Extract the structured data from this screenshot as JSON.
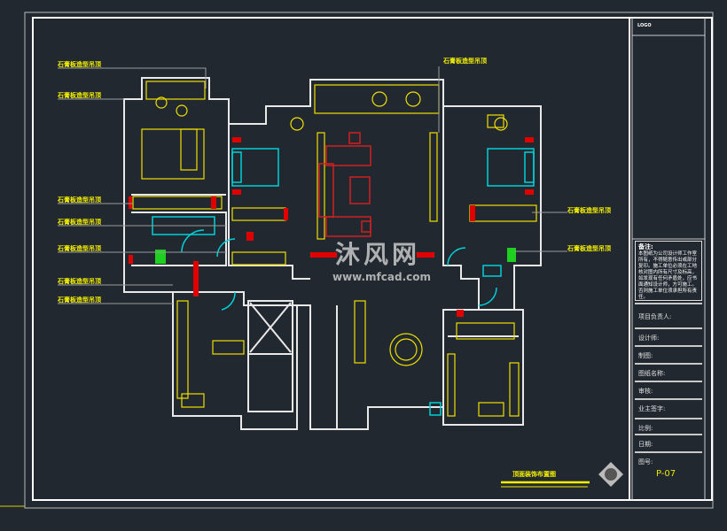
{
  "drawing": {
    "title": "顶面装饰布置图",
    "logo_text": "LOGO",
    "watermark": {
      "brand": "沐风网",
      "url": "www.mfcad.com"
    },
    "callouts_left": [
      "石膏板造型吊顶",
      "石膏板造型吊顶",
      "石膏板造型吊顶",
      "石膏板造型吊顶",
      "石膏板造型吊顶",
      "石膏板造型吊顶",
      "石膏板造型吊顶"
    ],
    "callout_top": "石膏板造型吊顶",
    "callouts_right": [
      "石膏板造型吊顶",
      "石膏板造型吊顶"
    ]
  },
  "title_block": {
    "notes_heading": "备注:",
    "notes_text": "本图纸为公司设计师工作室所有，不得随意传出或部分复印。施工单位必须在工地核对图内所有尺寸及标高，如发现有任何矛盾处，应书面通知设计师，方可施工。否则施工单位须承担所有责任。",
    "fields": [
      "项目负责人:",
      "设计师:",
      "制图:",
      "图纸名称:",
      "审核:",
      "业主签字:",
      "比例:",
      "日期:",
      "图号:"
    ],
    "drawing_number": "P-07"
  },
  "colors": {
    "background": "#212830",
    "wall": "#e8e8e8",
    "furniture": "#f0e000",
    "column": "#e00000",
    "door": "#00d0d8"
  }
}
